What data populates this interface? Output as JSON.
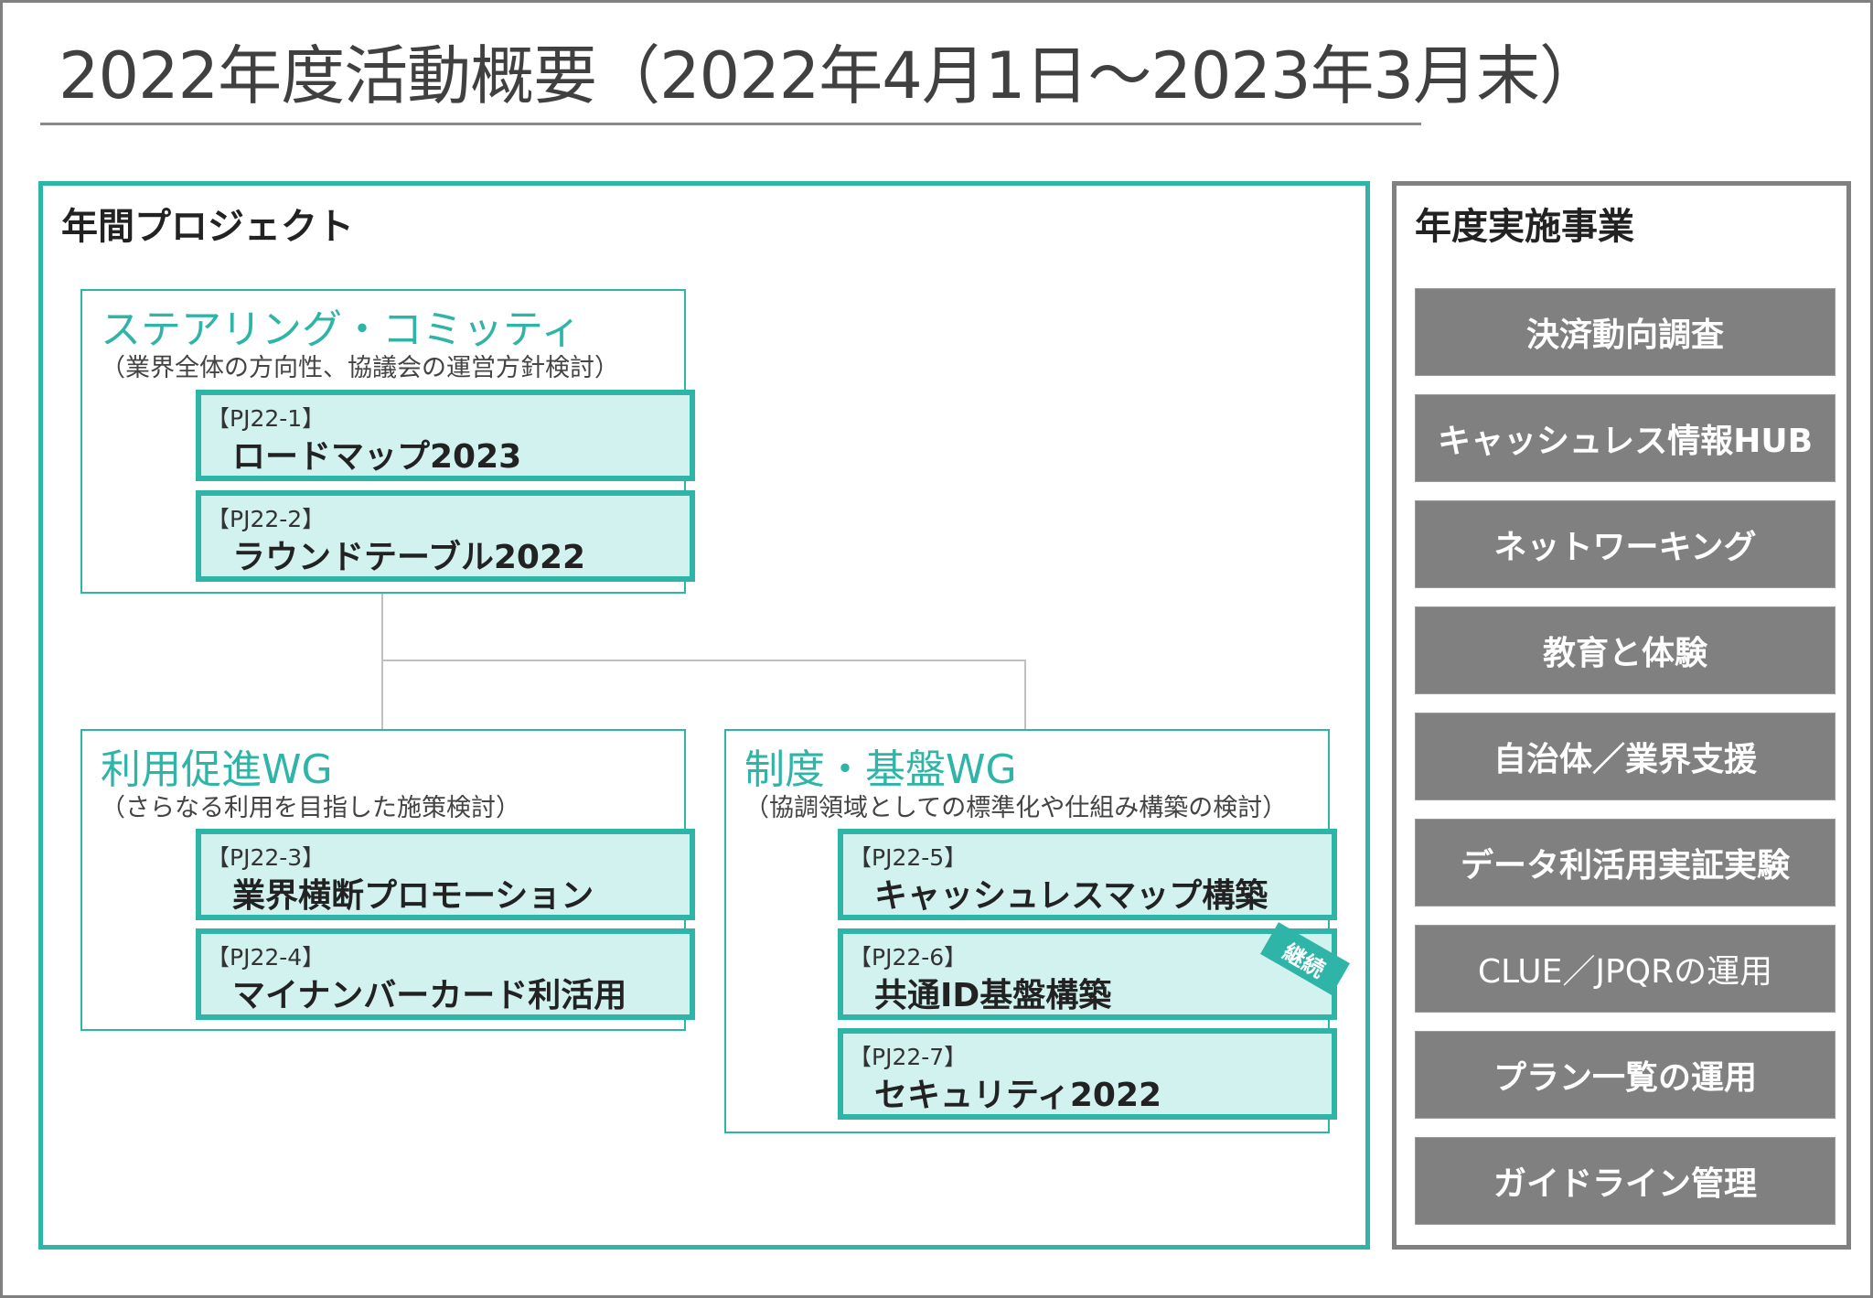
{
  "header": {
    "title": "2022年度活動概要（2022年4月1日〜2023年3月末）"
  },
  "colors": {
    "accent_teal": "#2fb5a8",
    "card_fill": "#d1f2ee",
    "gray": "#808080",
    "text_dark": "#333333"
  },
  "projects_panel": {
    "heading": "年間プロジェクト",
    "groups": [
      {
        "title": "ステアリング・コミッティ",
        "subtitle": "（業界全体の方向性、協議会の運営方針検討）",
        "projects": [
          {
            "code": "【PJ22-1】",
            "name": "ロードマップ2023"
          },
          {
            "code": "【PJ22-2】",
            "name": "ラウンドテーブル2022"
          }
        ]
      },
      {
        "title": "利用促進WG",
        "subtitle": "（さらなる利用を目指した施策検討）",
        "projects": [
          {
            "code": "【PJ22-3】",
            "name": "業界横断プロモーション"
          },
          {
            "code": "【PJ22-4】",
            "name": "マイナンバーカード利活用"
          }
        ]
      },
      {
        "title": "制度・基盤WG",
        "subtitle": "（協調領域としての標準化や仕組み構築の検討）",
        "projects": [
          {
            "code": "【PJ22-5】",
            "name": "キャッシュレスマップ構築"
          },
          {
            "code": "【PJ22-6】",
            "name": "共通ID基盤構築",
            "badge": "継続"
          },
          {
            "code": "【PJ22-7】",
            "name": "セキュリティ2022"
          }
        ]
      }
    ]
  },
  "programs_panel": {
    "heading": "年度実施事業",
    "items": [
      "決済動向調査",
      "キャッシュレス情報HUB",
      "ネットワーキング",
      "教育と体験",
      "自治体／業界支援",
      "データ利活用実証実験",
      "CLUE／JPQRの運用",
      "プラン一覧の運用",
      "ガイドライン管理"
    ]
  }
}
